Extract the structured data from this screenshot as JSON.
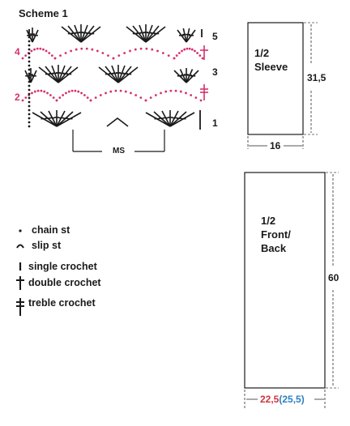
{
  "scheme": {
    "title": "Scheme 1",
    "rows": [
      {
        "label": "1",
        "side": "right"
      },
      {
        "label": "2",
        "side": "left"
      },
      {
        "label": "3",
        "side": "right"
      },
      {
        "label": "4",
        "side": "left"
      },
      {
        "label": "5",
        "side": "right"
      }
    ],
    "repeat_label": "MS",
    "colors": {
      "ink": "#1a1a1a",
      "pink": "#d6306f",
      "dim_line": "#555555",
      "dashed": "#777777"
    }
  },
  "legend": [
    {
      "symbol": "chain-st-icon",
      "label": "chain st"
    },
    {
      "symbol": "slip-st-icon",
      "label": "slip st"
    },
    {
      "symbol": "single-crochet-icon",
      "label": "single crochet"
    },
    {
      "symbol": "double-crochet-icon",
      "label": "double crochet"
    },
    {
      "symbol": "treble-crochet-icon",
      "label": "treble crochet"
    }
  ],
  "sleeve": {
    "label_line1": "1/2",
    "label_line2": "Sleeve",
    "height": "31,5",
    "width": "16"
  },
  "body_piece": {
    "label_line1": "1/2",
    "label_line2": "Front/",
    "label_line3": "Back",
    "height": "60",
    "width_main": "22,5",
    "width_alt": "(25,5)",
    "width_main_color": "#d0343e",
    "width_alt_color": "#2f7fc0"
  }
}
